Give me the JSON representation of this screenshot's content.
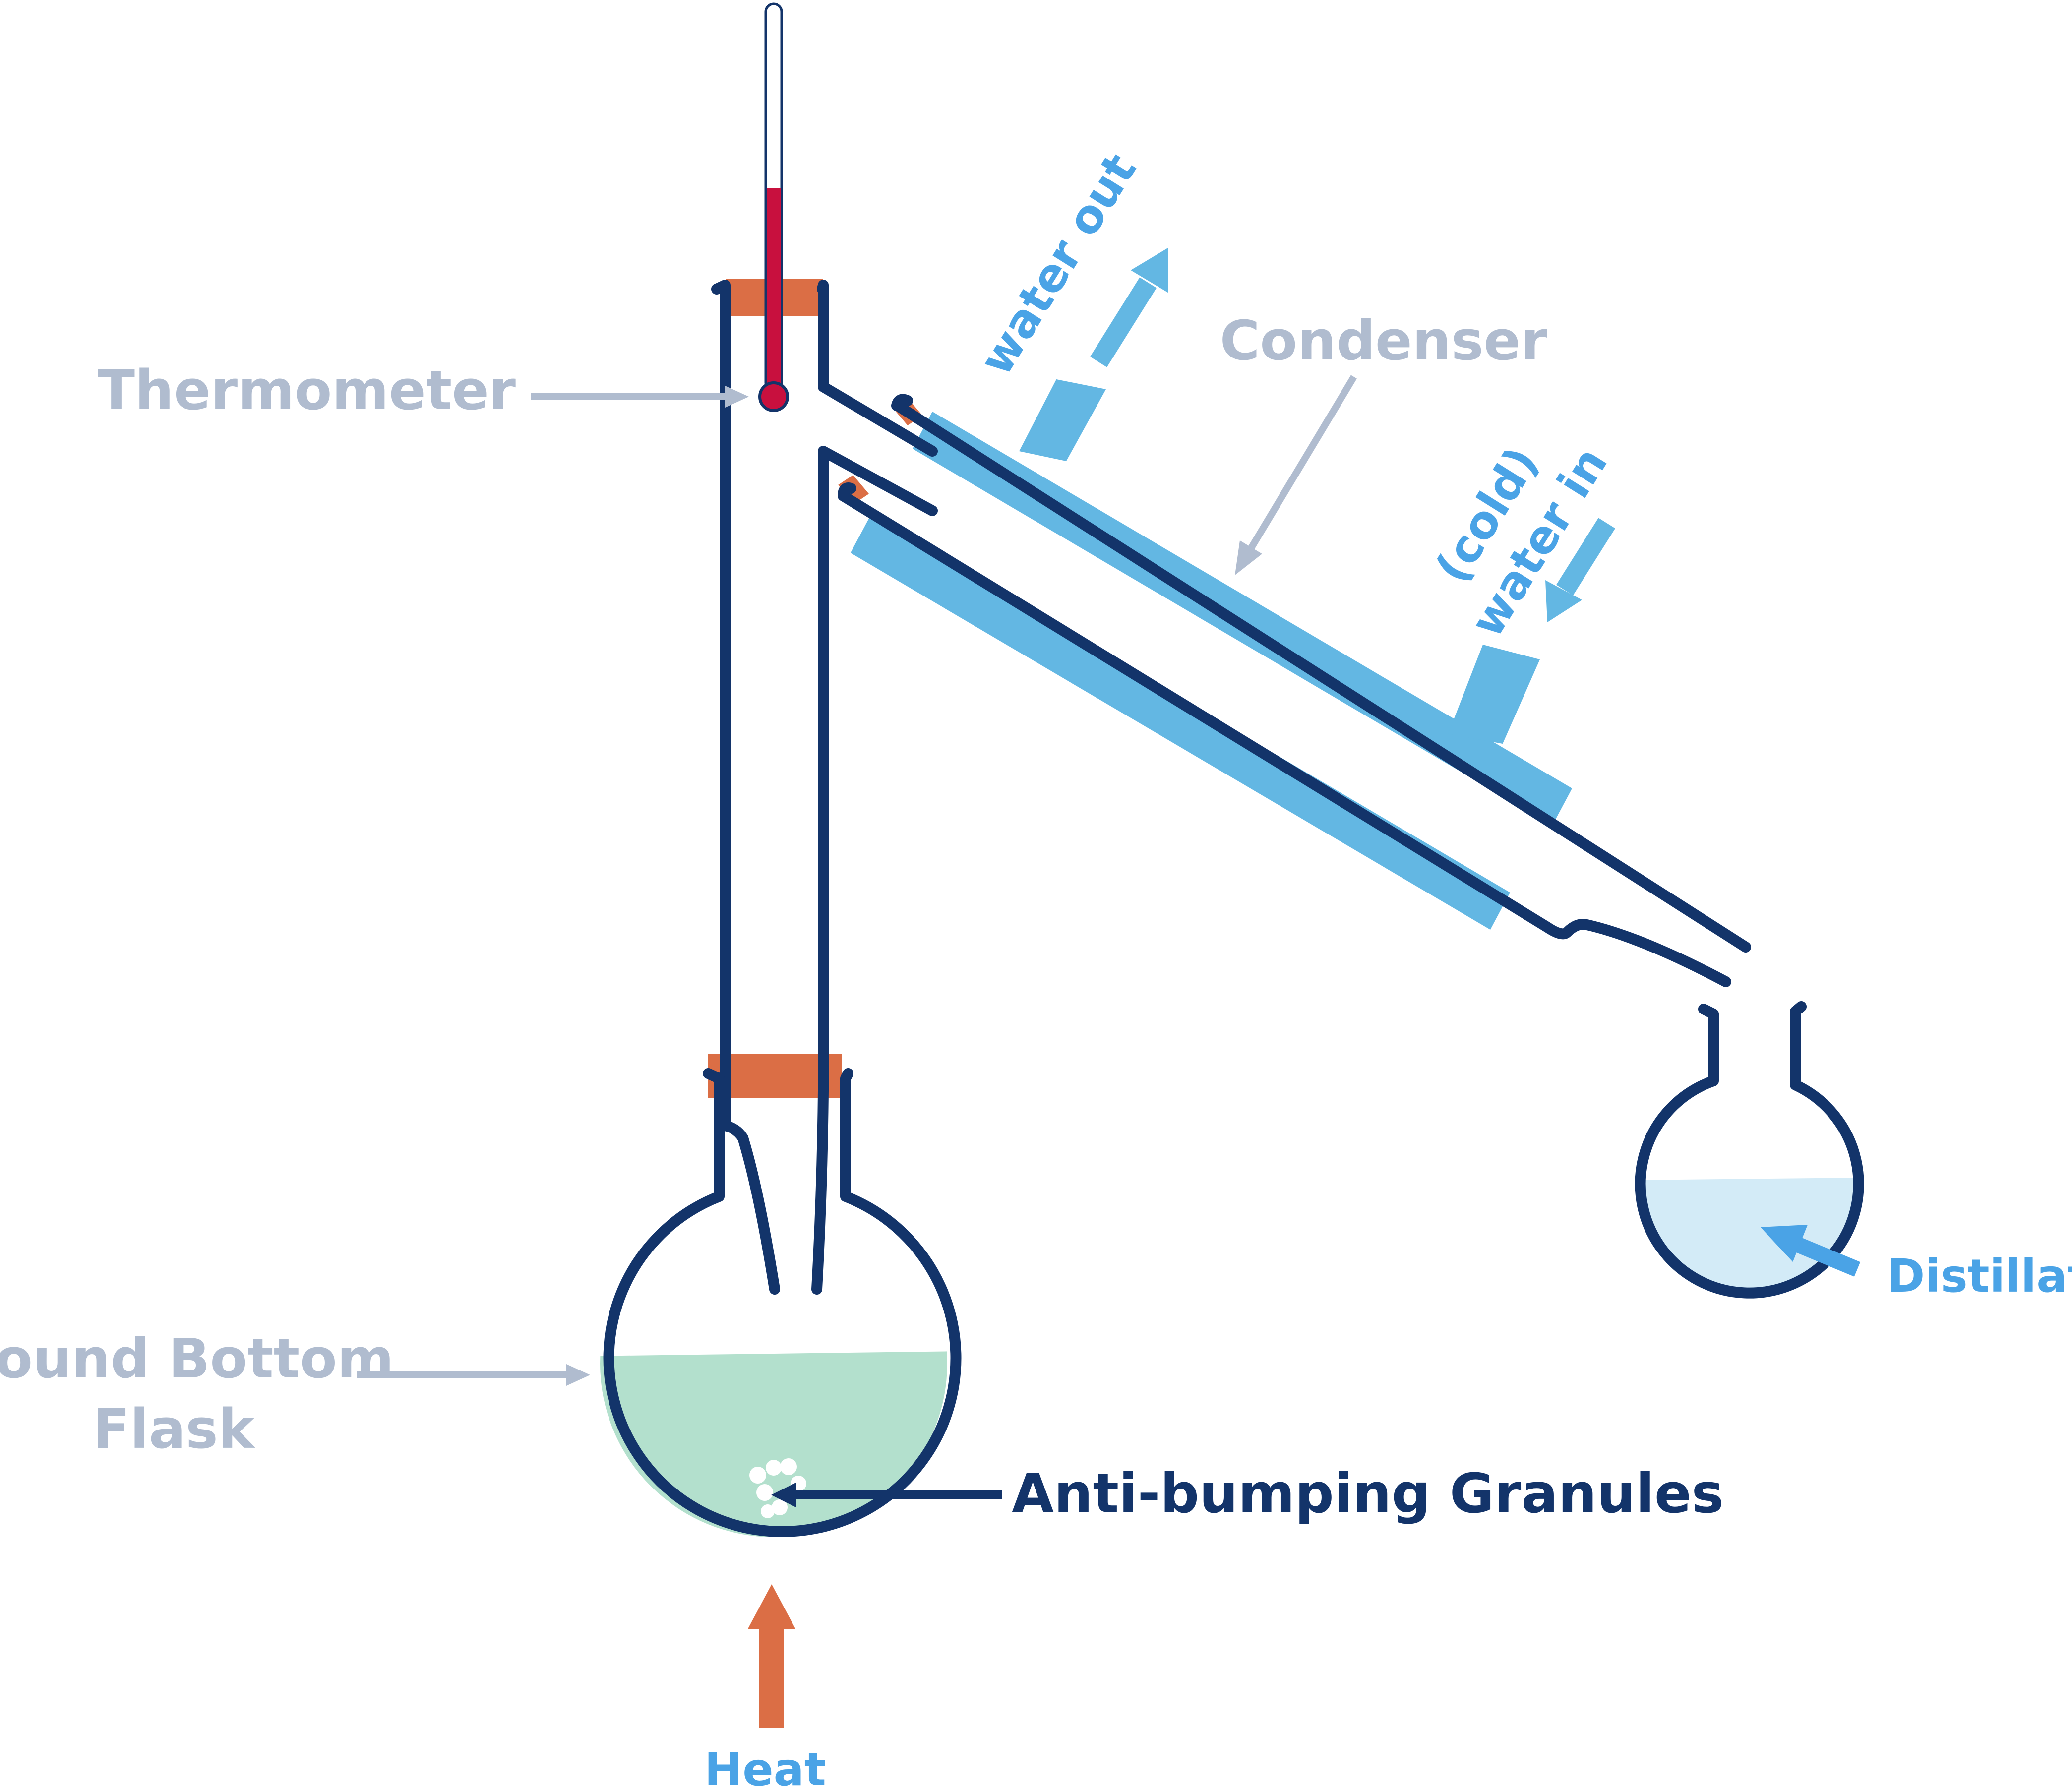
{
  "labels": {
    "thermometer": "Thermometer",
    "condenser": "Condenser",
    "water_out": "water out",
    "cold": "(cold)",
    "water_in": "water in",
    "round_bottom_flask_line1": "Round Bottom",
    "round_bottom_flask_line2": "Flask",
    "anti_bumping_granules": "Anti-bumping Granules",
    "distillate": "Distillate",
    "heat": "Heat"
  },
  "colors": {
    "glass": "#13346a",
    "label_gray": "#b0bccf",
    "label_blue": "#4aa3e6",
    "condenser_jacket": "#63b7e3",
    "stopper": "#db6e45",
    "thermometer_liquid": "#c8103e",
    "flask_liquid": "#b3e0cd",
    "distillate_liquid": "#d3ebf7",
    "heat_arrow": "#db6e45",
    "granules": "#ffffff"
  },
  "icons": {
    "thermometer": "thermometer-icon",
    "heat": "up-arrow-icon",
    "granules": "granule-icon"
  }
}
